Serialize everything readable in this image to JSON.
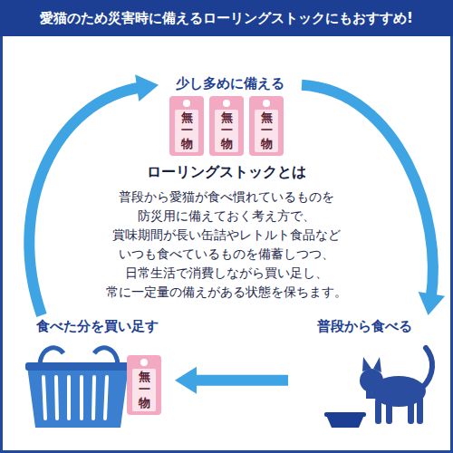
{
  "diagram": {
    "title": "愛猫のため災害時に備えるローリングストックにもおすすめ!",
    "nodes": [
      {
        "text": [
          "少し多めに備える"
        ]
      },
      {
        "text": [
          "無一物"
        ],
        "in": 0
      },
      {
        "text": [
          "無一物"
        ],
        "in": 0
      },
      {
        "text": [
          "無一物"
        ],
        "in": 0
      },
      {
        "text": [
          "ローリングストックとは",
          "普段から愛猫が食べ慣れているものを 防災用に備えておく考え方で、 賞味期間が長い缶詰やレトルト食品など いつも食べているものを備蓄しつつ、 日常生活で消費しながら買い足し、 常に一定量の備えがある状態を保ちます。"
        ]
      },
      {
        "text": [
          "普段から食べる"
        ]
      },
      {
        "text": [
          "食べた分を買い足す"
        ]
      },
      {
        "text": [
          "無一物"
        ],
        "in": 6
      }
    ],
    "edges": [
      {
        "from": 0,
        "to": 5,
        "arrow": "to"
      },
      {
        "from": 5,
        "to": 6,
        "arrow": "to"
      },
      {
        "from": 6,
        "to": 0,
        "arrow": "to"
      }
    ]
  }
}
